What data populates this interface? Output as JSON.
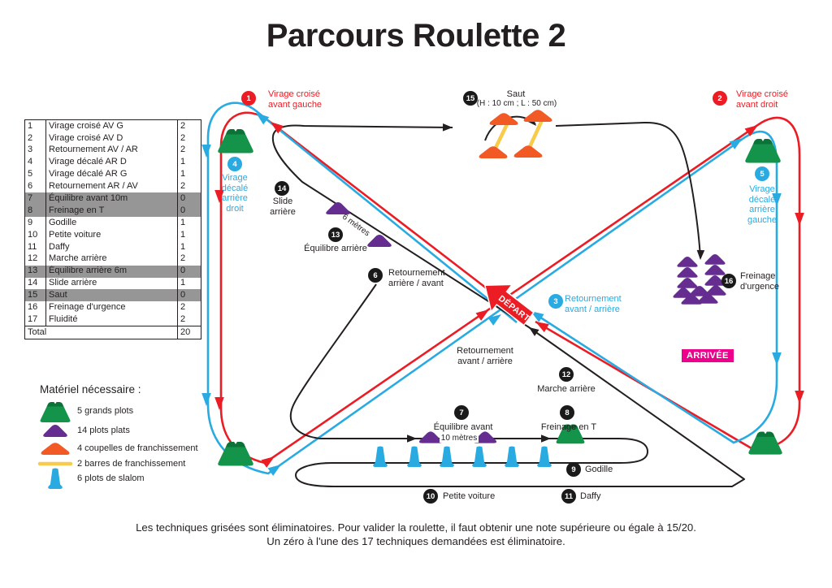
{
  "title": "Parcours Roulette 2",
  "table": {
    "rows": [
      {
        "num": "1",
        "name": "Virage croisé AV G",
        "points": "2",
        "eliminatory": false
      },
      {
        "num": "2",
        "name": "Virage croisé AV D",
        "points": "2",
        "eliminatory": false
      },
      {
        "num": "3",
        "name": "Retournement AV / AR",
        "points": "2",
        "eliminatory": false
      },
      {
        "num": "4",
        "name": "Virage décalé AR D",
        "points": "1",
        "eliminatory": false
      },
      {
        "num": "5",
        "name": "Virage décalé AR G",
        "points": "1",
        "eliminatory": false
      },
      {
        "num": "6",
        "name": "Retournement AR / AV",
        "points": "2",
        "eliminatory": false
      },
      {
        "num": "7",
        "name": "Équilibre avant 10m",
        "points": "0",
        "eliminatory": true
      },
      {
        "num": "8",
        "name": "Freinage en T",
        "points": "0",
        "eliminatory": true
      },
      {
        "num": "9",
        "name": "Godille",
        "points": "1",
        "eliminatory": false
      },
      {
        "num": "10",
        "name": "Petite voiture",
        "points": "1",
        "eliminatory": false
      },
      {
        "num": "11",
        "name": "Daffy",
        "points": "1",
        "eliminatory": false
      },
      {
        "num": "12",
        "name": "Marche arrière",
        "points": "2",
        "eliminatory": false
      },
      {
        "num": "13",
        "name": "Équilibre arrière 6m",
        "points": "0",
        "eliminatory": true
      },
      {
        "num": "14",
        "name": "Slide arrière",
        "points": "1",
        "eliminatory": false
      },
      {
        "num": "15",
        "name": "Saut",
        "points": "0",
        "eliminatory": true
      },
      {
        "num": "16",
        "name": "Freinage d'urgence",
        "points": "2",
        "eliminatory": false
      },
      {
        "num": "17",
        "name": "Fluidité",
        "points": "2",
        "eliminatory": false
      }
    ],
    "total_label": "Total",
    "total_points": "20"
  },
  "materiel": {
    "title": "Matériel nécessaire :",
    "items": [
      {
        "icon": "grand-plot-icon",
        "label": "5 grands plots"
      },
      {
        "icon": "plot-plat-icon",
        "label": "14 plots plats"
      },
      {
        "icon": "coupelle-icon",
        "label": "4 coupelles de franchissement"
      },
      {
        "icon": "barre-icon",
        "label": "2 barres de franchissement"
      },
      {
        "icon": "plot-slalom-icon",
        "label": "6 plots de slalom"
      }
    ]
  },
  "course": {
    "depart_label": "DÉPART",
    "arrivee_label": "ARRIVÉE",
    "markers": [
      {
        "num": "1",
        "label": "Virage croisé avant gauche"
      },
      {
        "num": "2",
        "label": "Virage croisé avant droit"
      },
      {
        "num": "3",
        "label": "Retournement avant / arrière"
      },
      {
        "num": "4",
        "label": "Virage décalé arrière droit"
      },
      {
        "num": "5",
        "label": "Virage décalé arrière gauche"
      },
      {
        "num": "6",
        "label": "Retournement arrière / avant"
      },
      {
        "num": "7",
        "label": "Équilibre avant"
      },
      {
        "num": "8",
        "label": "Freinage en T"
      },
      {
        "num": "9",
        "label": "Godille"
      },
      {
        "num": "10",
        "label": "Petite voiture"
      },
      {
        "num": "11",
        "label": "Daffy"
      },
      {
        "num": "12",
        "label": "Marche arrière"
      },
      {
        "num": "13",
        "label": "Équilibre arrière"
      },
      {
        "num": "14",
        "label": "Slide arrière"
      },
      {
        "num": "15",
        "label": "Saut",
        "sublabel": "(H : 10 cm ; L : 50 cm)"
      },
      {
        "num": "16",
        "label": "Freinage d'urgence"
      }
    ],
    "annotations": {
      "six_metres": "6 mètres",
      "dix_metres": "10 mètres",
      "retournement_center": "Retournement avant / arrière"
    },
    "colors": {
      "red": "#EC1C24",
      "blue": "#29ABE2",
      "black": "#231F20",
      "magenta": "#EC008C",
      "green": "#14934A",
      "purple": "#662D91",
      "orange": "#F15A24",
      "yellow": "#F9CB4B"
    }
  },
  "footer": {
    "line1": "Les techniques grisées sont éliminatoires. Pour valider la roulette, il faut obtenir une note supérieure ou égale à 15/20.",
    "line2": "Un zéro à l'une des 17 techniques demandées est éliminatoire."
  }
}
